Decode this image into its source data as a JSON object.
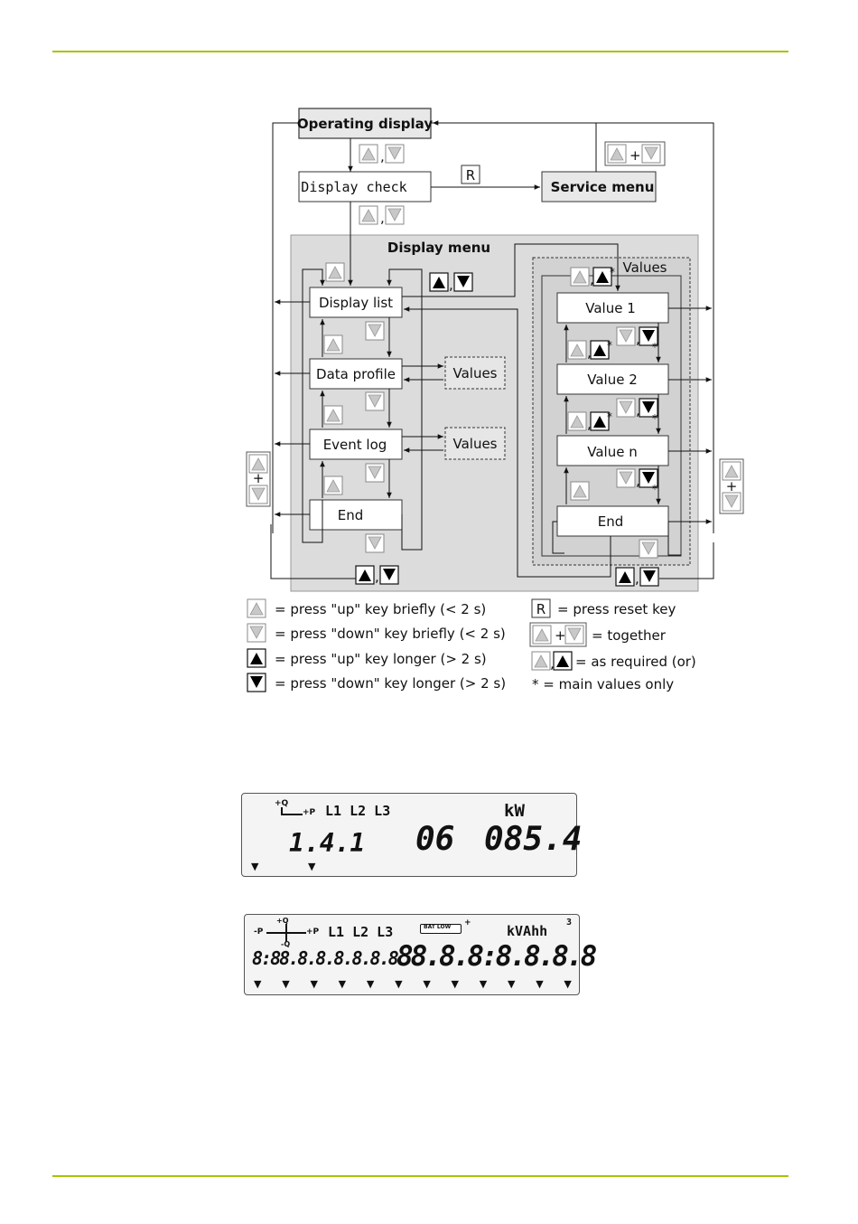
{
  "colors": {
    "rule": "#a8c400",
    "menu_bg": "#dcdcdc",
    "key_fill": "#c8c8c8"
  },
  "flow": {
    "operating_display": "Operating display",
    "display_check": "Display check",
    "service_menu": "Service menu",
    "reset_key": "R",
    "display_menu": "Display menu",
    "display_list": "Display list",
    "data_profile": "Data profile",
    "event_log": "Event log",
    "end_left": "End",
    "values_data_profile": "Values",
    "values_event_log": "Values",
    "values_title": "Values",
    "value_1": "Value 1",
    "value_2": "Value 2",
    "value_n": "Value n",
    "end_right": "End",
    "comma": ",",
    "plus": "+",
    "asterisk": "*"
  },
  "legend": {
    "up_brief": "= press \"up\" key briefly (< 2 s)",
    "down_brief": "= press \"down\" key briefly (< 2 s)",
    "up_long": "= press \"up\" key longer (> 2 s)",
    "down_long": "= press \"down\" key longer (> 2 s)",
    "reset": "= press reset key",
    "reset_key": "R",
    "together": "= together",
    "as_required": "= as required (or)",
    "main_values": "* = main values only"
  },
  "lcd1": {
    "quadrant_q": "+Q",
    "quadrant_p": "+P",
    "phases": "L1 L2 L3",
    "unit": "kW",
    "obis": "1.4.1",
    "index": "06",
    "value": "085.4"
  },
  "lcd2": {
    "quadrant_q_pos": "+Q",
    "quadrant_q_neg": "-Q",
    "quadrant_p_pos": "+P",
    "quadrant_p_neg": "-P",
    "phases": "L1 L2 L3",
    "battery": "BAT LOW",
    "units": "kVAhh",
    "superscript": "3",
    "left_digits": "8:88.8.8.8.8.8.8",
    "right_digits": "88.8.8:8.8.8.8"
  }
}
